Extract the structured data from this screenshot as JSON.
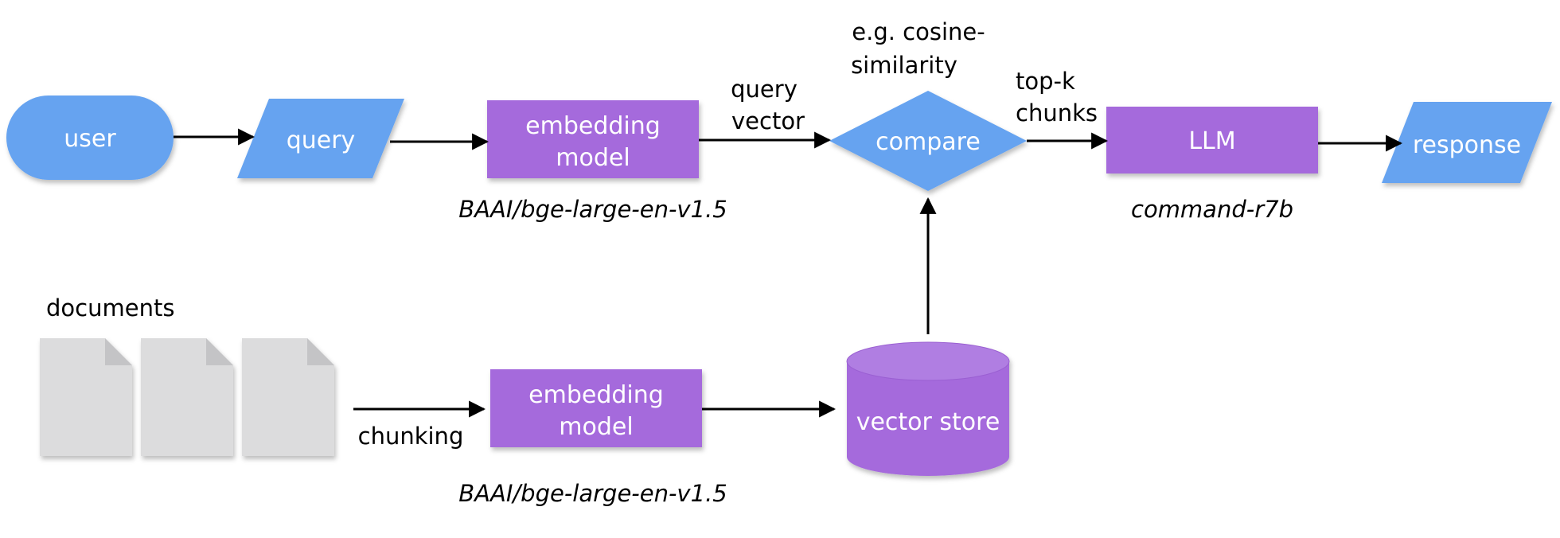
{
  "colors": {
    "blue": "#66a3f0",
    "purple": "#a56bdc",
    "doc_fill": "#dcdcdd",
    "doc_fold": "#c4c4c6",
    "arrow": "#000000"
  },
  "nodes": {
    "user": "user",
    "query": "query",
    "embed_top": [
      "embedding",
      "model"
    ],
    "compare": "compare",
    "llm": "LLM",
    "response": "response",
    "embed_bottom": [
      "embedding",
      "model"
    ],
    "vector_store": "vector store"
  },
  "labels": {
    "query_vector": [
      "query",
      "vector"
    ],
    "cosine": [
      "e.g. cosine-",
      "similarity"
    ],
    "topk": [
      "top-k",
      "chunks"
    ],
    "documents": "documents",
    "chunking": "chunking"
  },
  "models": {
    "embed_top": "BAAI/bge-large-en-v1.5",
    "llm": "command-r7b",
    "embed_bottom": "BAAI/bge-large-en-v1.5"
  },
  "icons": {
    "document": "document-icon"
  }
}
